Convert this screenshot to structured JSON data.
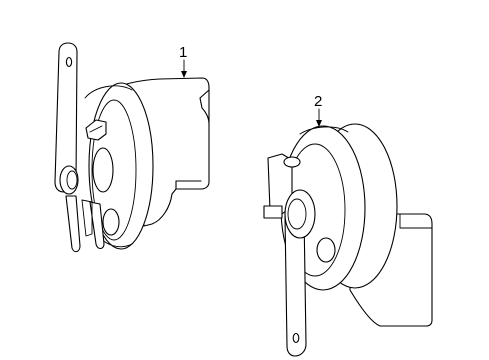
{
  "diagram": {
    "callouts": [
      {
        "id": "callout-1",
        "label": "1"
      },
      {
        "id": "callout-2",
        "label": "2"
      }
    ]
  }
}
